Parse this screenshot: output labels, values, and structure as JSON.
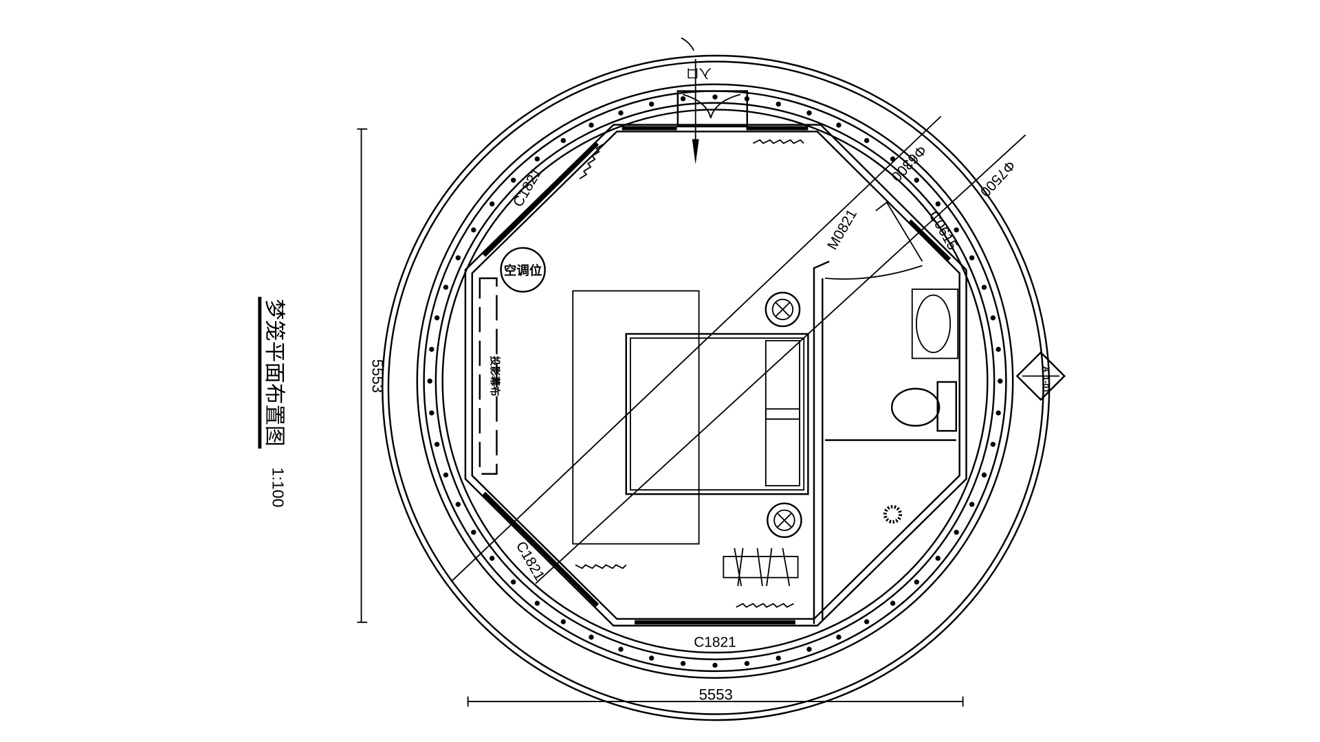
{
  "drawing": {
    "title": "梦笼平面布置图",
    "scale": "1:100",
    "dimension_vertical": "5553",
    "dimension_horizontal": "5553",
    "diameter_inner": "Φ6300",
    "diameter_outer": "Φ7500",
    "entrance_label": "入口",
    "windows": [
      "C1821",
      "C1821",
      "C1821",
      "C0615"
    ],
    "door": "M0821",
    "ac_label": "空调位",
    "screen_label": "投影幕布",
    "section_marker": {
      "letter": "A",
      "sheet": "1-01"
    },
    "colors": {
      "line": "#000000",
      "background": "#ffffff"
    }
  }
}
